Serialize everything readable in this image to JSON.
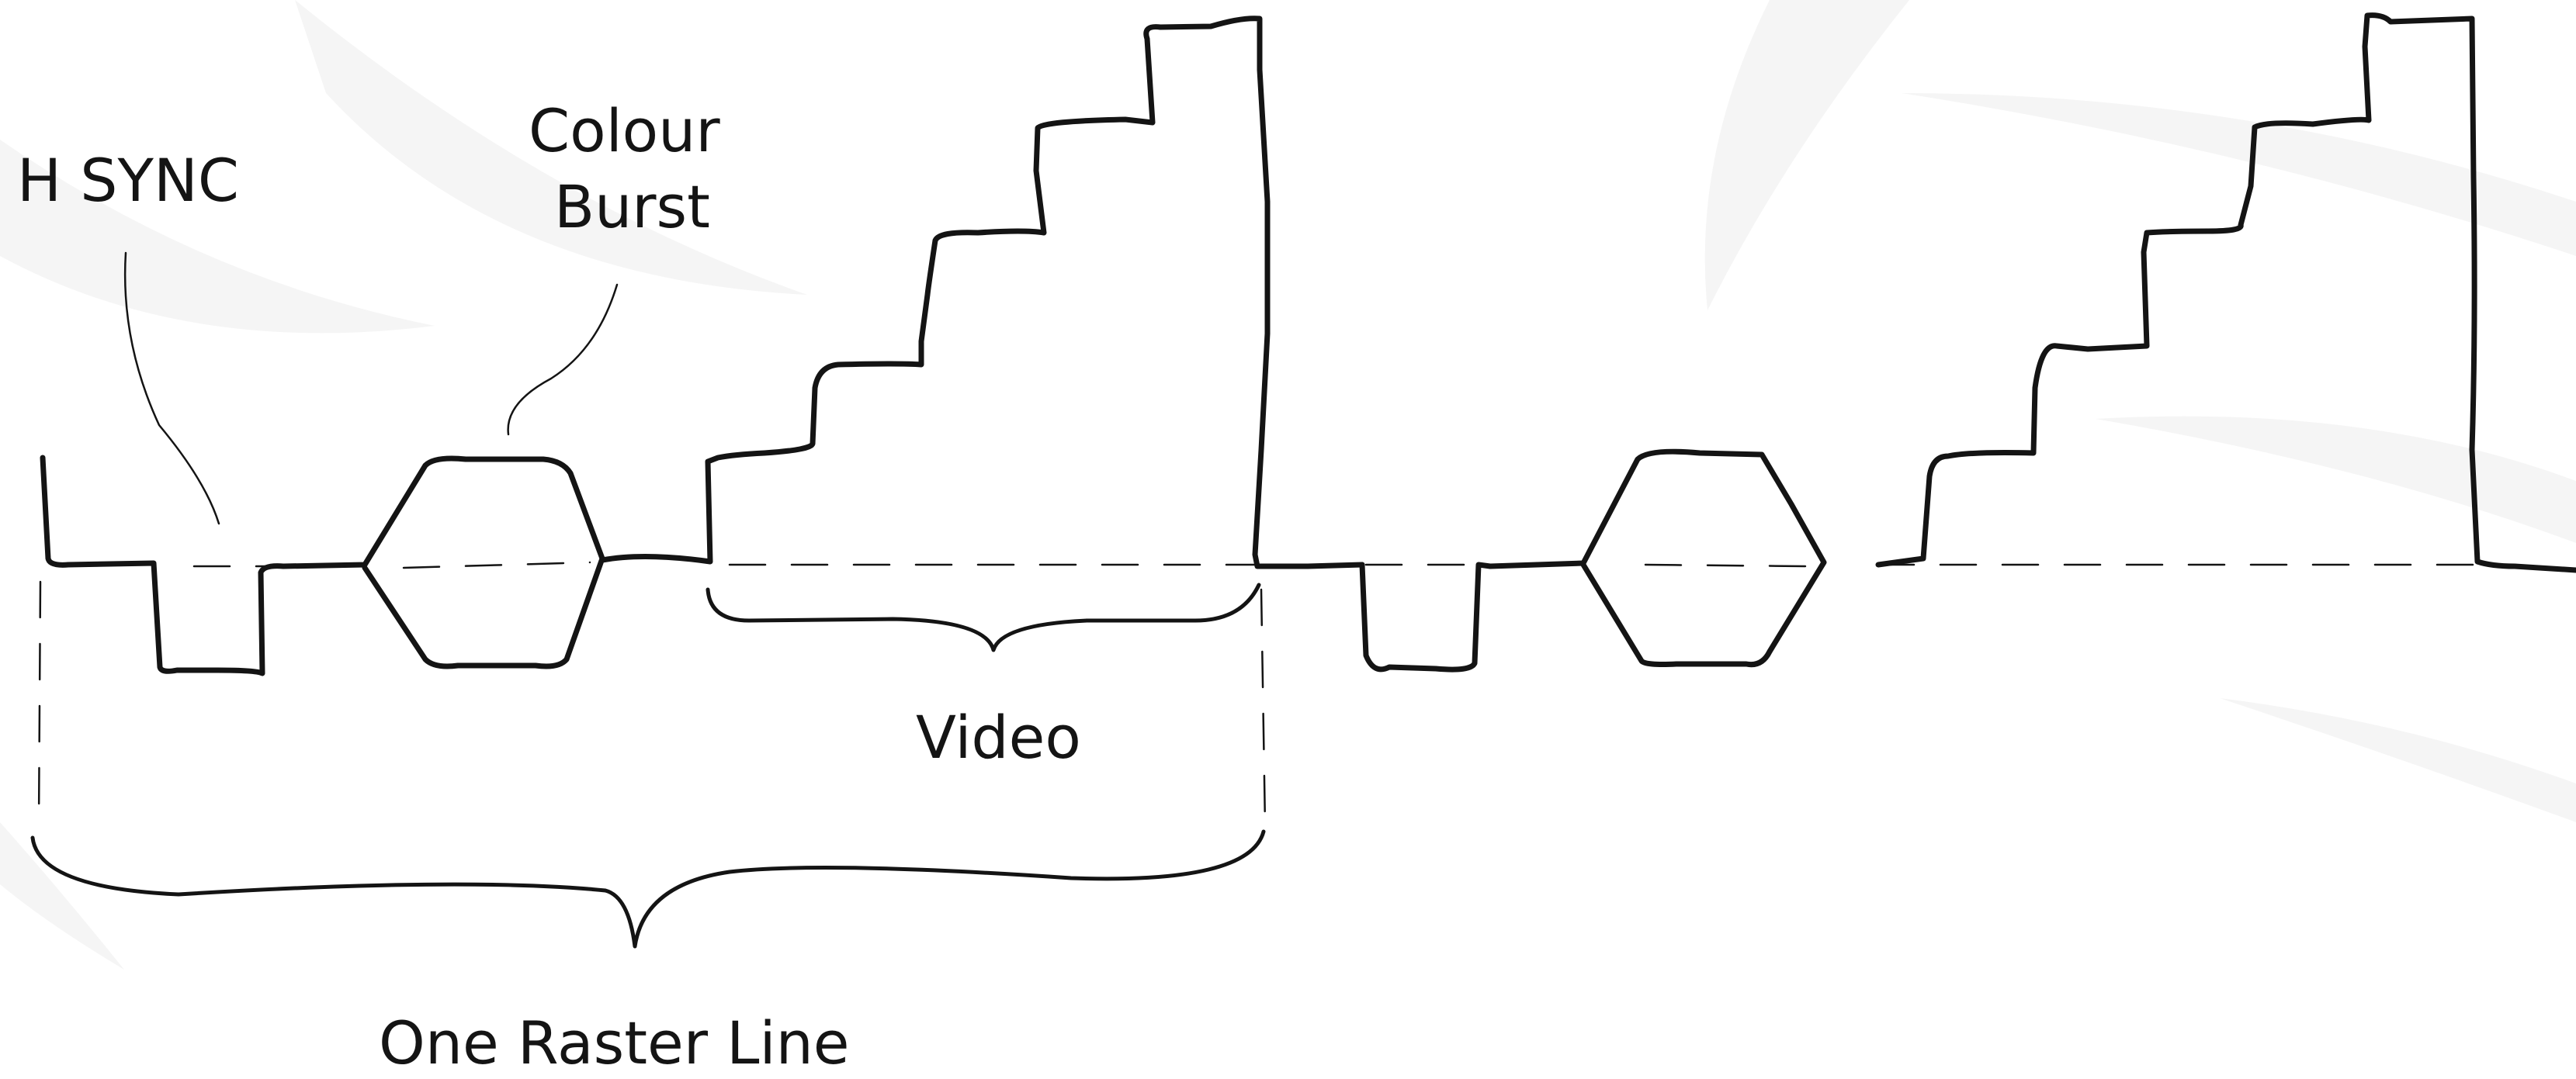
{
  "labels": {
    "h_sync": "H SYNC",
    "colour_burst_line1": "Colour",
    "colour_burst_line2": "Burst",
    "video": "Video",
    "one_raster_line": "One Raster Line"
  },
  "colors": {
    "ink": "#141414",
    "background": "#ffffff",
    "watermark": "#f5f5f5"
  }
}
